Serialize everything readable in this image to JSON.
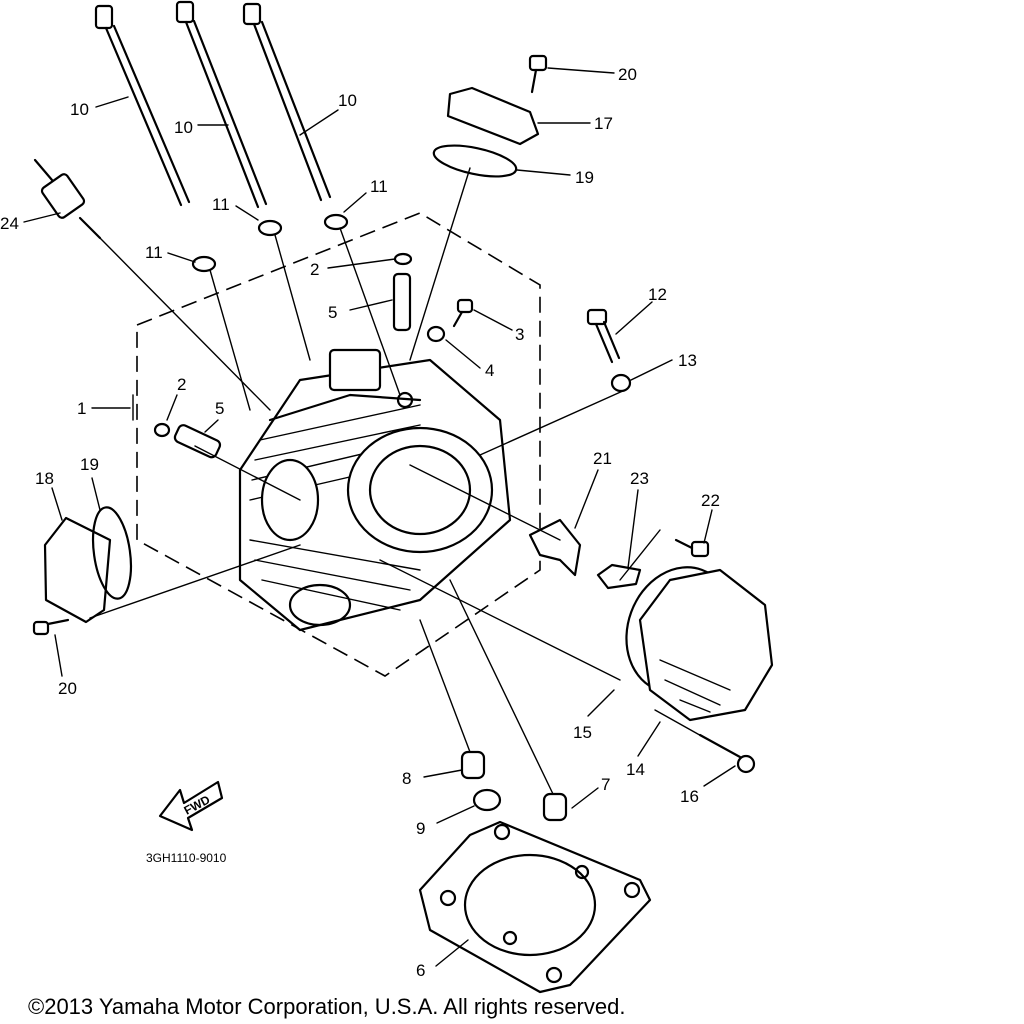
{
  "callouts": [
    {
      "id": "c10a",
      "text": "10"
    },
    {
      "id": "c10b",
      "text": "10"
    },
    {
      "id": "c10c",
      "text": "10"
    },
    {
      "id": "c11a",
      "text": "11"
    },
    {
      "id": "c11b",
      "text": "11"
    },
    {
      "id": "c11c",
      "text": "11"
    },
    {
      "id": "c24",
      "text": "24"
    },
    {
      "id": "c20a",
      "text": "20"
    },
    {
      "id": "c17",
      "text": "17"
    },
    {
      "id": "c19a",
      "text": "19"
    },
    {
      "id": "c2a",
      "text": "2"
    },
    {
      "id": "c5a",
      "text": "5"
    },
    {
      "id": "c3",
      "text": "3"
    },
    {
      "id": "c4",
      "text": "4"
    },
    {
      "id": "c12",
      "text": "12"
    },
    {
      "id": "c13",
      "text": "13"
    },
    {
      "id": "c1",
      "text": "1"
    },
    {
      "id": "c2b",
      "text": "2"
    },
    {
      "id": "c5b",
      "text": "5"
    },
    {
      "id": "c18",
      "text": "18"
    },
    {
      "id": "c19b",
      "text": "19"
    },
    {
      "id": "c21",
      "text": "21"
    },
    {
      "id": "c23",
      "text": "23"
    },
    {
      "id": "c22",
      "text": "22"
    },
    {
      "id": "c20b",
      "text": "20"
    },
    {
      "id": "c15",
      "text": "15"
    },
    {
      "id": "c14",
      "text": "14"
    },
    {
      "id": "c16",
      "text": "16"
    },
    {
      "id": "c8",
      "text": "8"
    },
    {
      "id": "c7",
      "text": "7"
    },
    {
      "id": "c9",
      "text": "9"
    },
    {
      "id": "c6",
      "text": "6"
    }
  ],
  "fwd_label": "FWD",
  "diagram_code": "3GH1110-9010",
  "copyright": "©2013 Yamaha Motor Corporation, U.S.A. All rights reserved."
}
